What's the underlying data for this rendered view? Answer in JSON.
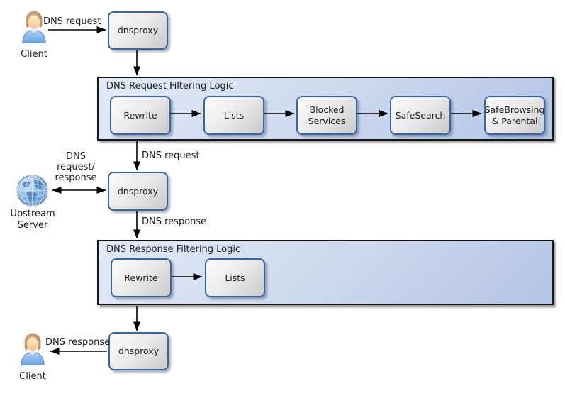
{
  "colors": {
    "container_border": "#141414",
    "container_fill_light": "#e2eaf7",
    "container_fill_dark": "#b2c5e6",
    "box_border": "#3465a4",
    "box_fill_light": "#fcfcfc",
    "box_fill_dark": "#c9c9c9",
    "arrow": "#000000",
    "text": "#1a1a1a",
    "background": "#ffffff"
  },
  "nodes": {
    "client_top": {
      "label": "Client"
    },
    "client_bottom": {
      "label": "Client"
    },
    "upstream_server": {
      "label_line1": "Upstream",
      "label_line2": "Server"
    },
    "dnsproxy_top": {
      "label": "dnsproxy"
    },
    "dnsproxy_middle": {
      "label": "dnsproxy"
    },
    "dnsproxy_bottom": {
      "label": "dnsproxy"
    }
  },
  "containers": [
    {
      "title": "DNS Request Filtering Logic",
      "boxes": [
        {
          "label": "Rewrite"
        },
        {
          "label": "Lists"
        },
        {
          "label": "Blocked Services"
        },
        {
          "label": "SafeSearch"
        },
        {
          "label": "SafeBrowsing & Parental"
        }
      ]
    },
    {
      "title": "DNS Response Filtering Logic",
      "boxes": [
        {
          "label": "Rewrite"
        },
        {
          "label": "Lists"
        }
      ]
    }
  ],
  "edge_labels": {
    "top_request": "DNS request",
    "mid_request": "DNS request",
    "upstream_line1": "DNS",
    "upstream_line2": "request/",
    "upstream_line3": "response",
    "mid_response": "DNS response",
    "bottom_response": "DNS response"
  }
}
